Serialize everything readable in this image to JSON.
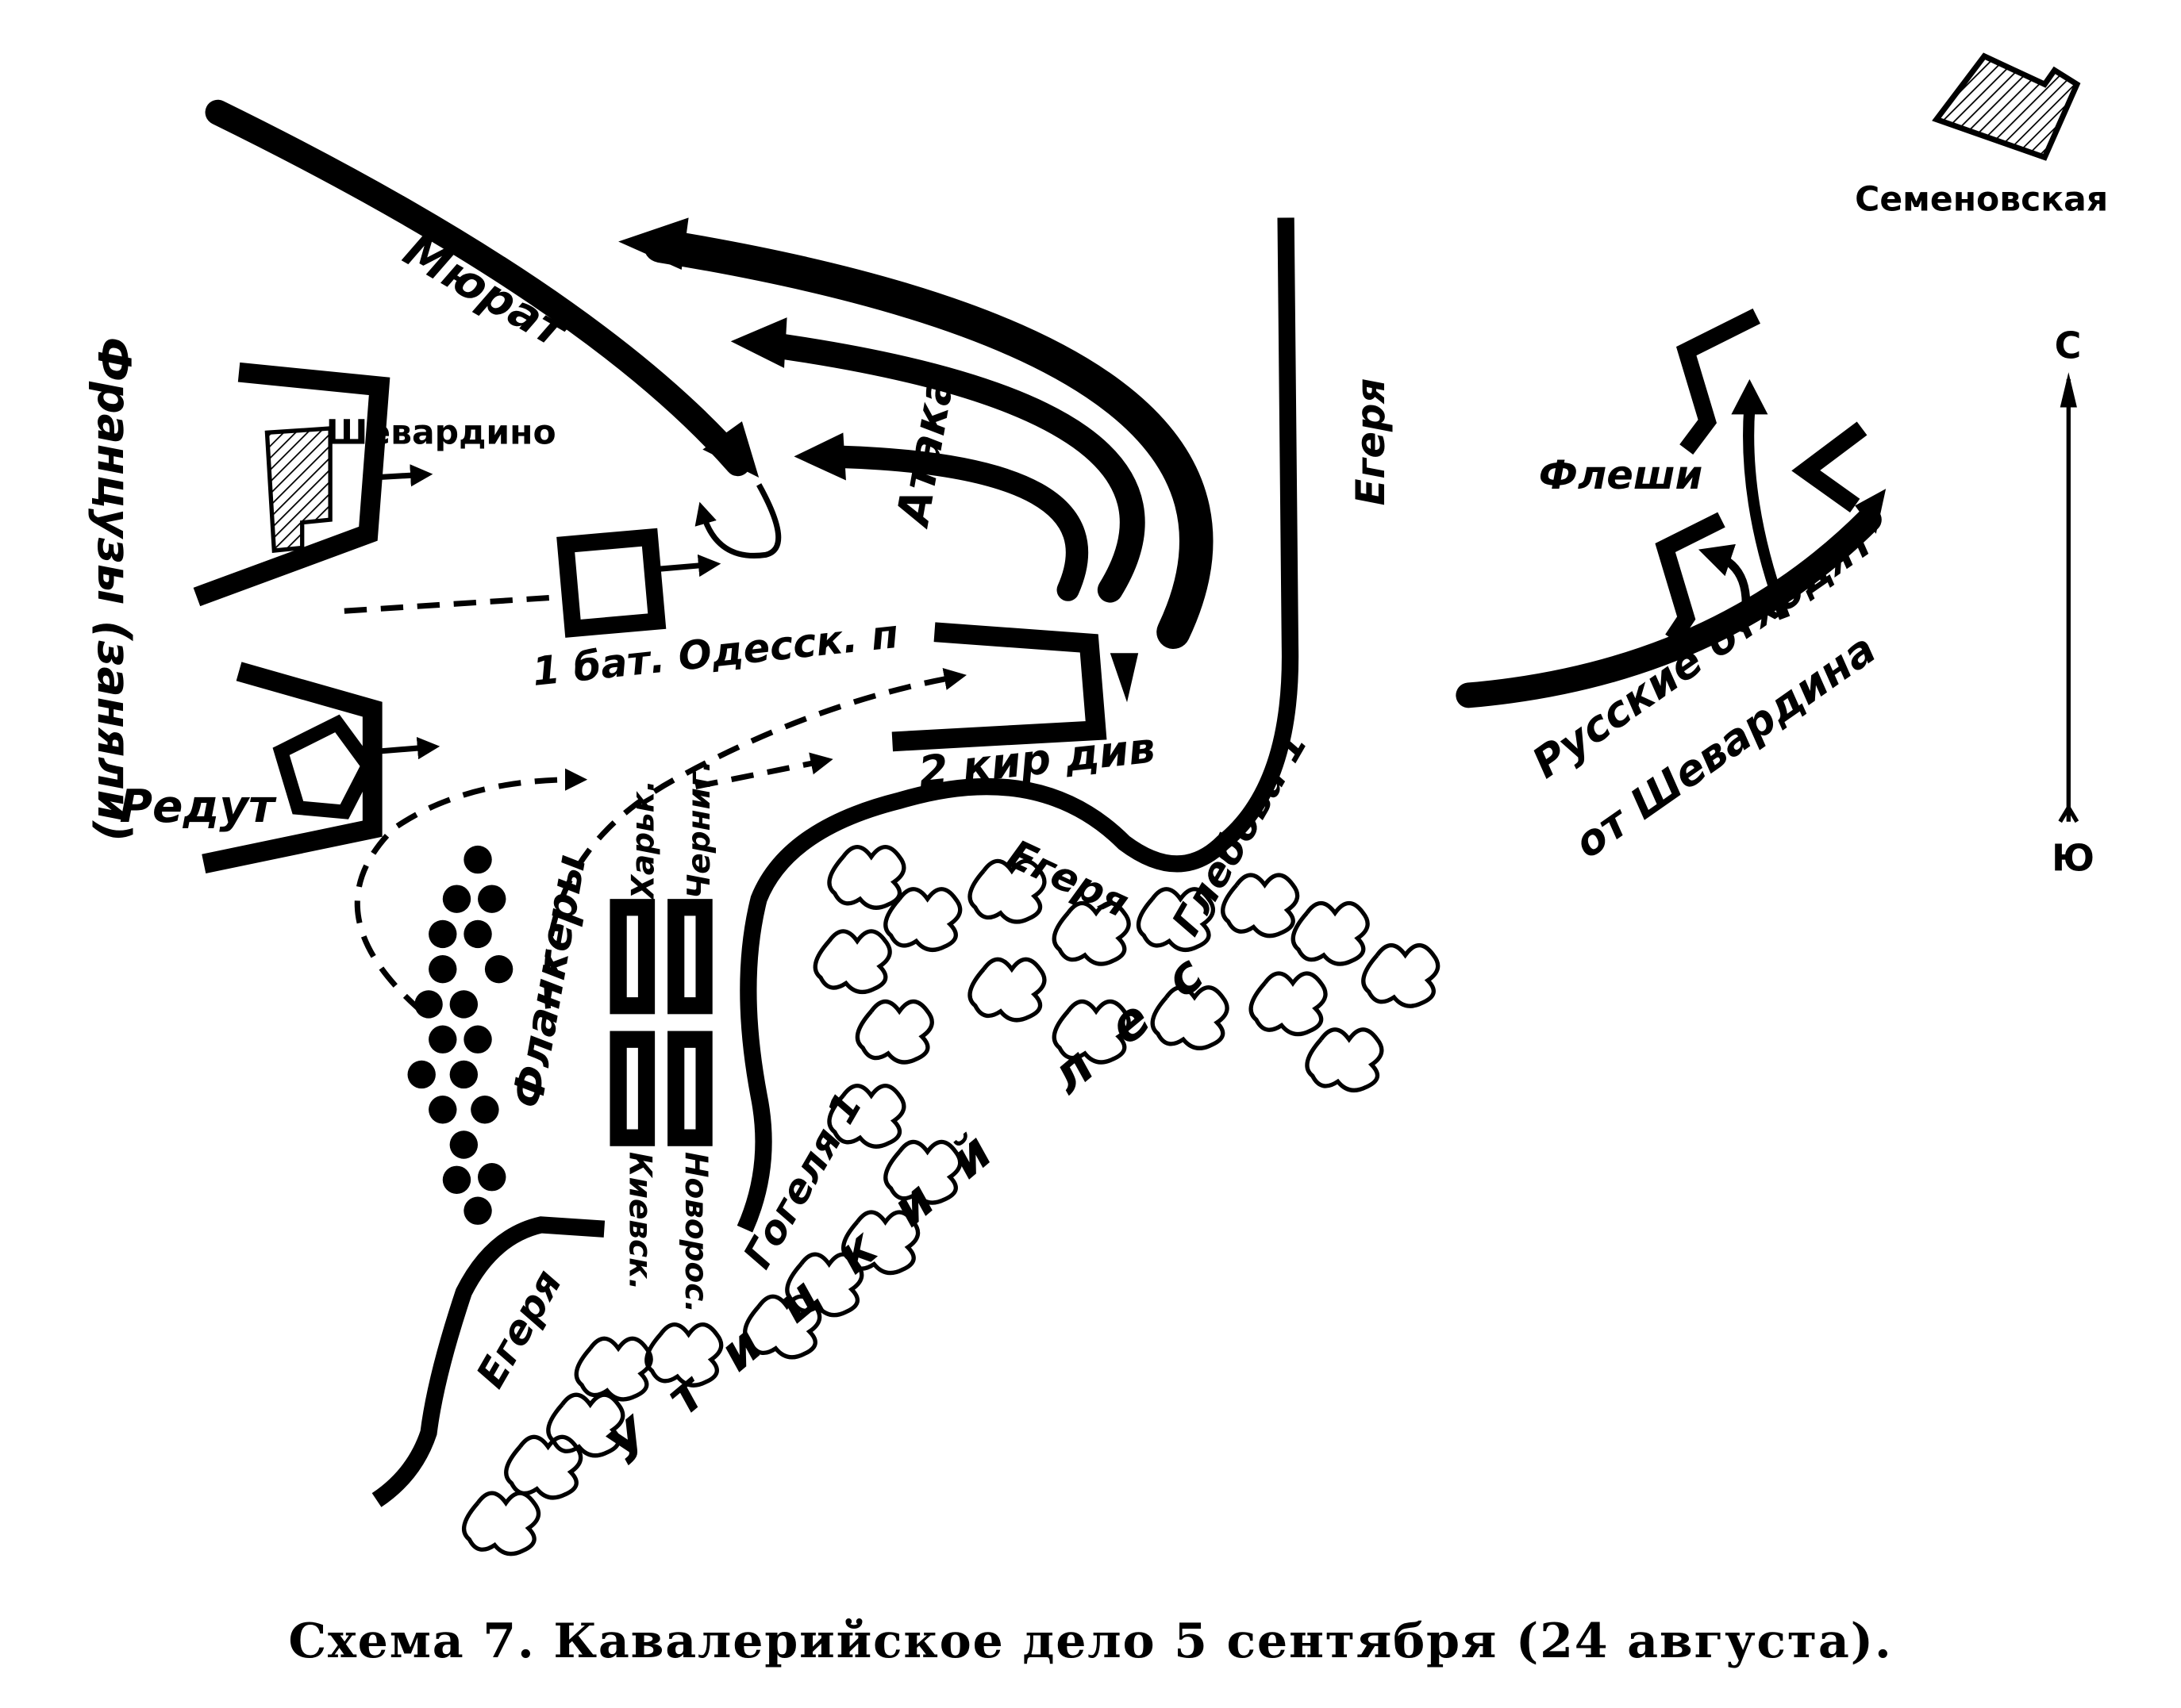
{
  "caption": "Схема 7. Кавалерийское дело 5 сентября (24 августа).",
  "places": {
    "semenovskaya": "Семеновская",
    "shevardino": "Шевардино",
    "redoubt": "Редут",
    "fleches": "Флеши",
    "forest": "Утицкий лес"
  },
  "units": {
    "murat": "Мюрат",
    "french": "Французы (заняли)",
    "odessa": "1 бат. Одесск. п",
    "attack": "Атака",
    "jaegers_right": "Егеря",
    "cuirassiers": "2 кир див",
    "flankers": "Фланкеры",
    "kharkov": "Харьк.",
    "chernigov": "Черниг.",
    "kiev": "Киевск.",
    "novoros": "Новорос.",
    "jaegers_glebov_a": "Егеря",
    "jaegers_glebov_b": "Глебова 1",
    "jaegers_gogel_a": "Егеря",
    "jaegers_gogel_b": "Гогеля 1",
    "russians_retreat_a": "Русские отходят",
    "russians_retreat_b": "от Шевардина"
  },
  "compass": {
    "north": "С",
    "south": "Ю"
  }
}
